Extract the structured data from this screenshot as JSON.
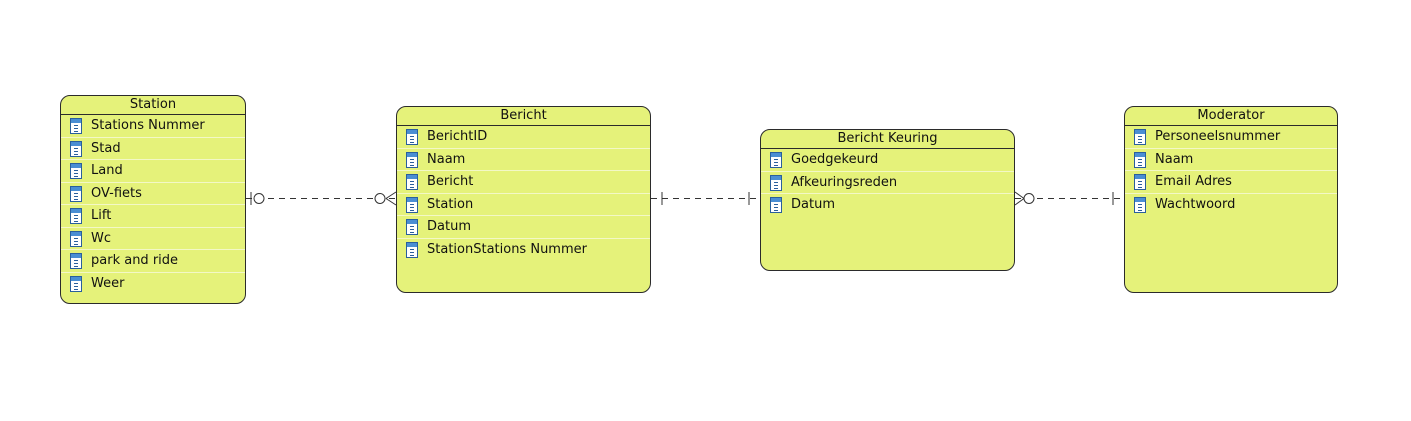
{
  "colors": {
    "entity_fill": "#e5f27a",
    "entity_border": "#2b2b2b",
    "icon_blue": "#4a8ed3",
    "line": "#333333"
  },
  "entities": {
    "station": {
      "title": "Station",
      "attributes": [
        "Stations Nummer",
        "Stad",
        "Land",
        "OV-fiets",
        "Lift",
        "Wc",
        "park and ride",
        "Weer"
      ]
    },
    "bericht": {
      "title": "Bericht",
      "attributes": [
        "BerichtID",
        "Naam",
        "Bericht",
        "Station",
        "Datum",
        "StationStations Nummer"
      ]
    },
    "bericht_keuring": {
      "title": "Bericht Keuring",
      "attributes": [
        "Goedgekeurd",
        "Afkeuringsreden",
        "Datum"
      ]
    },
    "moderator": {
      "title": "Moderator",
      "attributes": [
        "Personeelsnummer",
        "Naam",
        "Email Adres",
        "Wachtwoord"
      ]
    }
  },
  "relationships": [
    {
      "from": "station",
      "to": "bericht",
      "from_cardinality": "zero-or-one",
      "to_cardinality": "zero-or-many",
      "style": "dashed"
    },
    {
      "from": "bericht",
      "to": "bericht_keuring",
      "from_cardinality": "exactly-one",
      "to_cardinality": "exactly-one",
      "style": "dashed"
    },
    {
      "from": "bericht_keuring",
      "to": "moderator",
      "from_cardinality": "zero-or-many",
      "to_cardinality": "exactly-one",
      "style": "dashed"
    }
  ]
}
